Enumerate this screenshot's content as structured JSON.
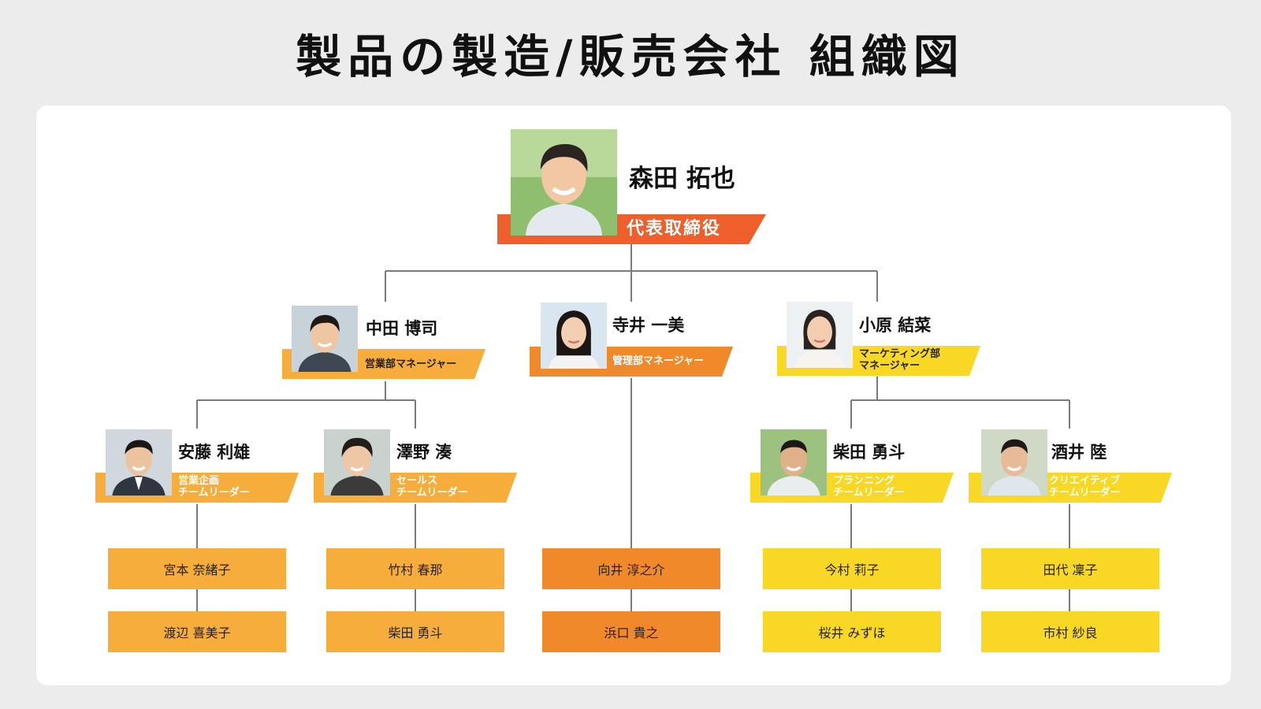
{
  "title": "製品の製造/販売会社 組織図",
  "colors": {
    "ceo_band": "#ee5f2c",
    "sales": "#f7ad3b",
    "admin": "#f0892a",
    "marketing": "#f9d825",
    "line": "#7a7a7a"
  },
  "ceo": {
    "name": "森田 拓也",
    "role": "代表取締役"
  },
  "managers": [
    {
      "name": "中田 博司",
      "role": "営業部マネージャー"
    },
    {
      "name": "寺井 一美",
      "role": "管理部マネージャー"
    },
    {
      "name": "小原 結菜",
      "role": "マーケティング部\nマネージャー"
    }
  ],
  "leaders": [
    {
      "name": "安藤 利雄",
      "role": "営業企画\nチームリーダー"
    },
    {
      "name": "澤野 湊",
      "role": "セールス\nチームリーダー"
    },
    {
      "name": "柴田 勇斗",
      "role": "プランニング\nチームリーダー"
    },
    {
      "name": "酒井 陸",
      "role": "クリエイティブ\nチームリーダー"
    }
  ],
  "staff": [
    [
      "宮本 奈緒子",
      "渡辺 喜美子"
    ],
    [
      "竹村 春那",
      "柴田 勇斗"
    ],
    [
      "向井 淳之介",
      "浜口 貴之"
    ],
    [
      "今村 莉子",
      "桜井 みずほ"
    ],
    [
      "田代 凜子",
      "市村 紗良"
    ]
  ]
}
